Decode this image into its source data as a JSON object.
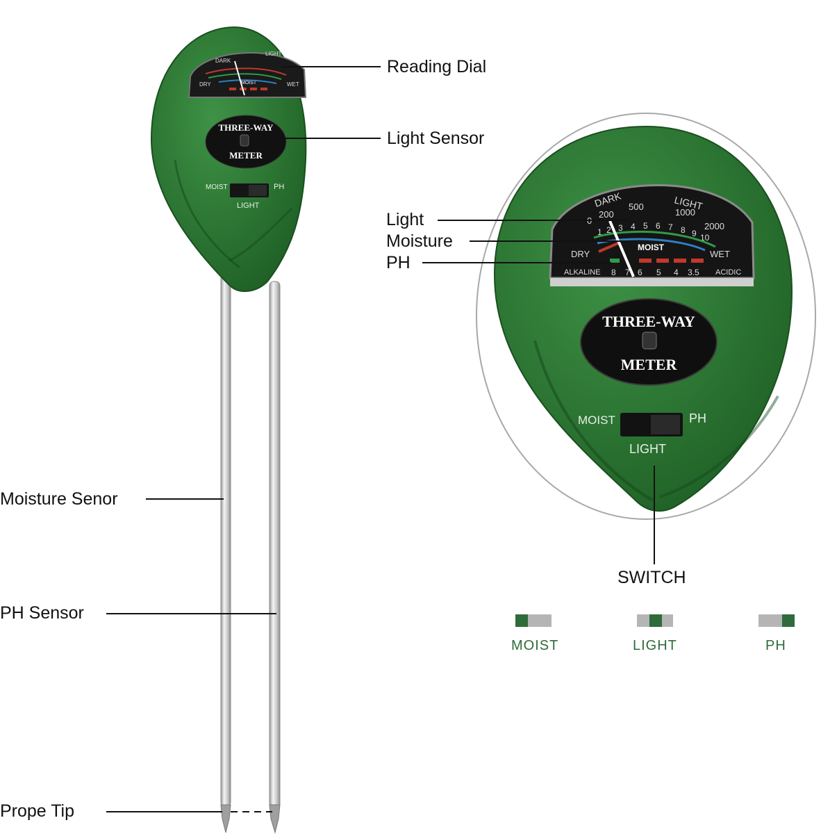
{
  "meter": {
    "brand_top": "THREE-WAY",
    "brand_bottom": "METER",
    "dial": {
      "dark": "DARK",
      "light": "LIGHT",
      "light_scale": [
        "0",
        "200",
        "500",
        "1000",
        "2000"
      ],
      "moist_scale": [
        "1",
        "2",
        "3",
        "4",
        "5",
        "6",
        "7",
        "8",
        "9",
        "10"
      ],
      "dry": "DRY",
      "moist": "MOIST",
      "wet": "WET",
      "alkaline": "ALKALINE",
      "acidic": "ACIDIC",
      "ph_scale": [
        "8",
        "7",
        "6",
        "5",
        "4",
        "3.5"
      ]
    },
    "switch": {
      "left": "MOIST",
      "right": "PH",
      "bottom": "LIGHT"
    }
  },
  "callouts": {
    "reading_dial": "Reading Dial",
    "light_sensor": "Light Sensor",
    "light": "Light",
    "moisture": "Moisture",
    "ph": "PH",
    "moisture_sensor": "Moisture Senor",
    "ph_sensor": "PH Sensor",
    "probe_tip": "Prope Tip",
    "switch": "SWITCH"
  },
  "switch_legend": [
    {
      "label": "MOIST",
      "position": "left"
    },
    {
      "label": "LIGHT",
      "position": "center"
    },
    {
      "label": "PH",
      "position": "right"
    }
  ],
  "colors": {
    "body_green": "#2e7d32",
    "dark_green": "#1b5e20",
    "legend_green": "#2f6b3b",
    "legend_grey": "#b5b5b5",
    "probe_silver": "#d8d8d8"
  }
}
